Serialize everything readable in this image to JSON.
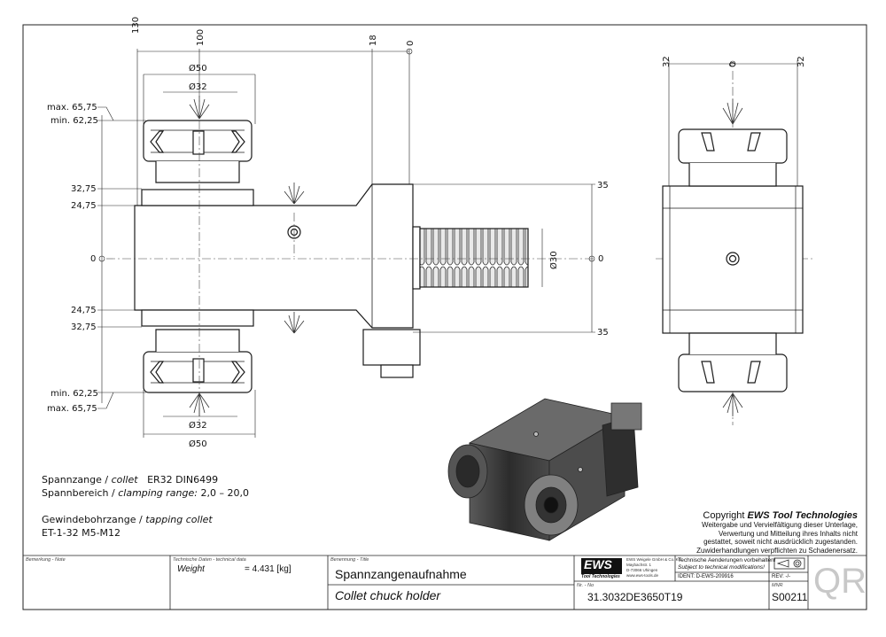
{
  "dimensions": {
    "top": [
      "130",
      "100",
      "18",
      "0"
    ],
    "diam50": "Ø50",
    "diam32": "Ø32",
    "diam30": "Ø30",
    "left_levels": [
      "max. 65,75",
      "min. 62,25",
      "32,75",
      "24,75",
      "0",
      "24,75",
      "32,75",
      "min. 62,25",
      "max. 65,75"
    ],
    "right_levels": [
      "35",
      "0",
      "35"
    ],
    "side_top": [
      "32",
      "0",
      "32"
    ]
  },
  "notes": {
    "collet_de": "Spannzange /",
    "collet_en": "collet",
    "collet_spec": "ER32   DIN6499",
    "range_de": "Spannbereich /",
    "range_en": "clamping range:",
    "range_value": "2,0 – 20,0",
    "tapping_de": "Gewindebohrzange /",
    "tapping_en": "tapping collet",
    "tapping_spec": "ET-1-32   M5-M12"
  },
  "copyright": {
    "line1_pre": "Copyright",
    "line1_brand": "EWS Tool Technologies",
    "lines": [
      "Weitergabe und Vervielfältigung dieser Unterlage,",
      "Verwertung und Mitteilung ihres Inhalts nicht",
      "gestattet, soweit nicht ausdrücklich zugestanden.",
      "Zuwiderhandlungen verpflichten zu Schadenersatz."
    ]
  },
  "title_block": {
    "remark_label": "Bemerkung - Note",
    "tech_label": "Technische Daten - technical data",
    "weight_label": "Weight",
    "weight_value": "= 4.431 [kg]",
    "name_label": "Benennung - Title",
    "title_de": "Spannzangenaufnahme",
    "title_en": "Collet chuck holder",
    "logo": "EWS",
    "logo_sub": "Tool Technologies",
    "company_lines": [
      "EWS Weigele GmbH & Co. KG",
      "Maybachstr. 1",
      "D-73066 Uhingen",
      "www.ews-tools.de"
    ],
    "change_de": "Technische Aenderungen vorbehalten!",
    "change_en": "Subject to technical modifications!",
    "ident": "IDENT: D-EWS-209916",
    "rev": "REV: -/-",
    "number_label": "Nr. - No",
    "number": "31.3032DE3650T19",
    "mnr_label": "MNR",
    "mnr": "S00211",
    "qr": "QR"
  },
  "colors": {
    "line": "#1a1a1a",
    "hidden": "#555555",
    "render_dark": "#3d3d3d",
    "render_light": "#8c8c8c"
  }
}
